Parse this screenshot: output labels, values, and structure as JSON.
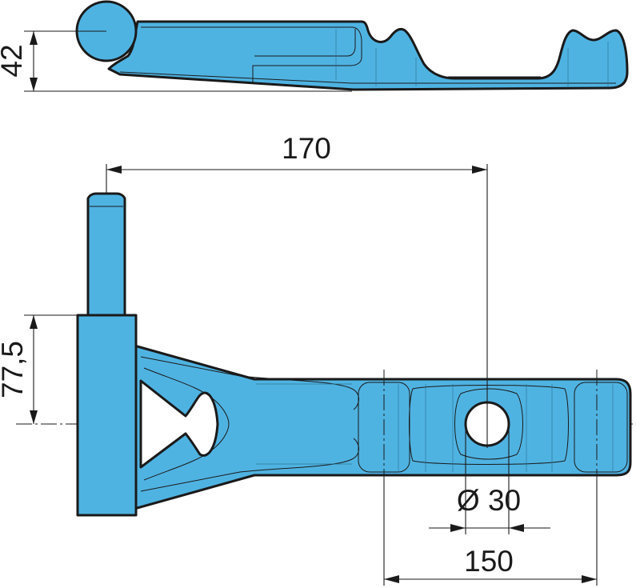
{
  "colors": {
    "part_fill": "#4fb3e2",
    "outline": "#1a1a1a",
    "background": "#ffffff"
  },
  "dimensions": {
    "height_42": "42",
    "length_170": "170",
    "offset_77_5": "77,5",
    "bore_diameter": "Ø 30",
    "width_150": "150"
  }
}
